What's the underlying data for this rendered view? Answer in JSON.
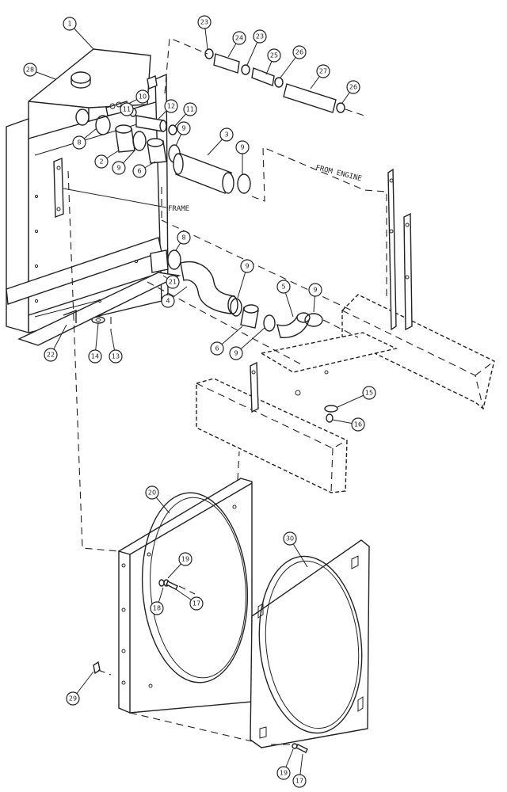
{
  "labels": {
    "frame": "FRAME",
    "from_engine": "FROM ENGINE"
  },
  "part_numbers": [
    {
      "n": "1"
    },
    {
      "n": "28"
    },
    {
      "n": "10"
    },
    {
      "n": "11"
    },
    {
      "n": "12"
    },
    {
      "n": "11"
    },
    {
      "n": "8"
    },
    {
      "n": "2"
    },
    {
      "n": "9"
    },
    {
      "n": "6"
    },
    {
      "n": "9"
    },
    {
      "n": "3"
    },
    {
      "n": "9"
    },
    {
      "n": "23"
    },
    {
      "n": "24"
    },
    {
      "n": "23"
    },
    {
      "n": "25"
    },
    {
      "n": "26"
    },
    {
      "n": "27"
    },
    {
      "n": "26"
    },
    {
      "n": "8"
    },
    {
      "n": "21"
    },
    {
      "n": "4"
    },
    {
      "n": "9"
    },
    {
      "n": "5"
    },
    {
      "n": "9"
    },
    {
      "n": "6"
    },
    {
      "n": "9"
    },
    {
      "n": "22"
    },
    {
      "n": "14"
    },
    {
      "n": "13"
    },
    {
      "n": "15"
    },
    {
      "n": "16"
    },
    {
      "n": "20"
    },
    {
      "n": "19"
    },
    {
      "n": "18"
    },
    {
      "n": "17"
    },
    {
      "n": "30"
    },
    {
      "n": "29"
    },
    {
      "n": "19"
    },
    {
      "n": "17"
    }
  ]
}
